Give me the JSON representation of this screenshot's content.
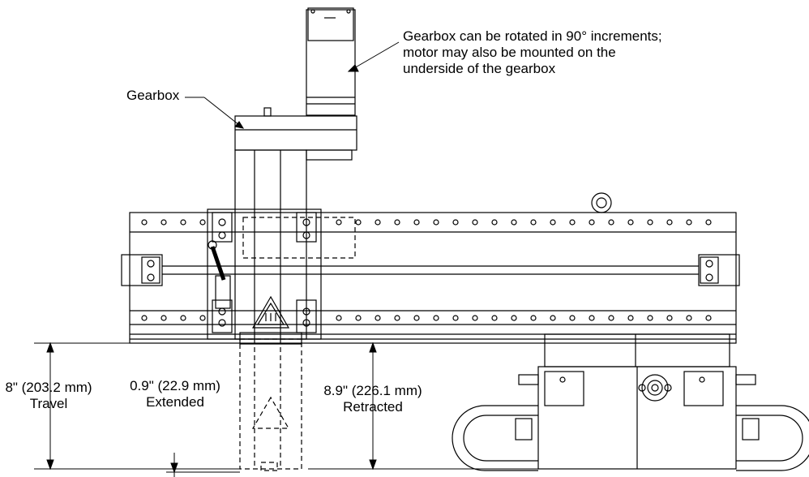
{
  "callouts": {
    "gearbox": "Gearbox",
    "note_line1": "Gearbox can be rotated in 90° increments;",
    "note_line2": "motor may also be mounted on the",
    "note_line3": "underside of the gearbox"
  },
  "dimensions": {
    "travel": {
      "value": "8\" (203.2 mm)",
      "caption": "Travel"
    },
    "extended": {
      "value": "0.9\" (22.9 mm)",
      "caption": "Extended"
    },
    "retracted": {
      "value": "8.9\" (226.1 mm)",
      "caption": "Retracted"
    }
  }
}
